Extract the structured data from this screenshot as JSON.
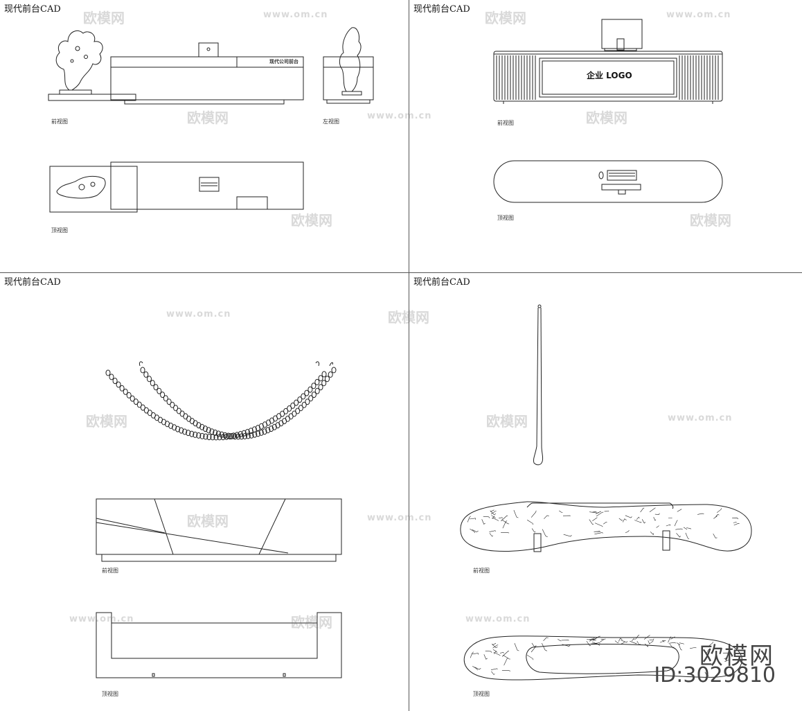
{
  "panels": [
    {
      "title": "现代前台CAD",
      "views": {
        "front": "前视图",
        "left": "左视图",
        "top": "顶视图"
      },
      "sign": "现代公司前台"
    },
    {
      "title": "现代前台CAD",
      "views": {
        "front": "前视图",
        "top": "顶视图"
      },
      "logo_text": "企业 LOGO"
    },
    {
      "title": "现代前台CAD",
      "views": {
        "front": "前视图",
        "top": "顶视图"
      }
    },
    {
      "title": "现代前台CAD",
      "views": {
        "front": "前视图",
        "top": "顶视图"
      }
    }
  ],
  "watermark": {
    "url": "www.om.cn",
    "brand": "欧模网"
  },
  "corner_logo": {
    "brand": "欧模网",
    "id": "ID:3029810"
  },
  "colors": {
    "line": "#222222",
    "divider": "#555555",
    "watermark": "#bbbbbb"
  }
}
